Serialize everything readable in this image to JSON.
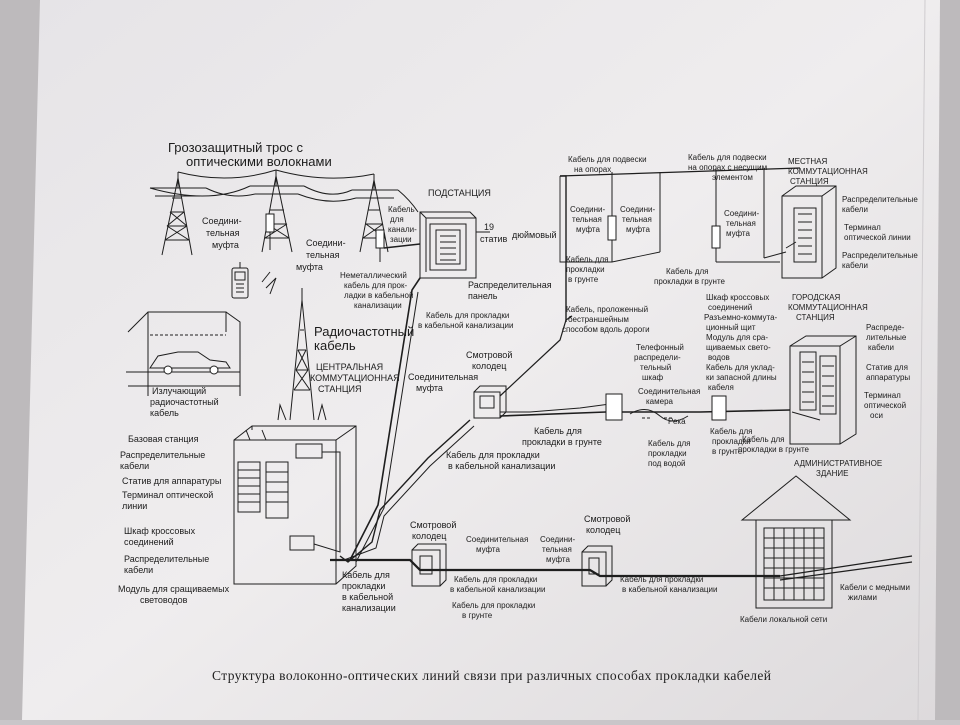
{
  "caption": "Структура волоконно-оптических линий связи при различных способах прокладки кабелей",
  "labels": {
    "groz_1": "Грозозащитный трос с",
    "groz_2": "оптическими волокнами",
    "mufta_a1": "Соедини-",
    "mufta_a2": "тельная",
    "mufta_a3": "муфта",
    "mufta_b1": "Соедини-",
    "mufta_b2": "тельная",
    "mufta_b3": "муфта",
    "kab_kan_1": "Кабель",
    "kab_kan_2": "для",
    "kab_kan_3": "канали-",
    "kab_kan_4": "зации",
    "podst": "ПОДСТАНЦИЯ",
    "stativ_1": "19",
    "stativ_2": "статив",
    "dyum": "дюймовый",
    "nemet_1": "Неметаллический",
    "nemet_2": "кабель для прок-",
    "nemet_3": "ладки в кабельной",
    "nemet_4": "канализации",
    "raspr_pan_1": "Распределительная",
    "raspr_pan_2": "панель",
    "kab_kan2_1": "Кабель для прокладки",
    "kab_kan2_2": "в кабельной канализации",
    "rch_1": "Радиочастотный",
    "rch_2": "кабель",
    "izl_1": "Излучающий",
    "izl_2": "радиочастотный",
    "izl_3": "кабель",
    "cks_1": "ЦЕНТРАЛЬНАЯ",
    "cks_2": "КОММУТАЦИОННАЯ",
    "cks_3": "СТАНЦИЯ",
    "left_1": "Базовая станция",
    "left_2a": "Распределительные",
    "left_2b": "кабели",
    "left_3": "Статив для аппаратуры",
    "left_4a": "Терминал оптической",
    "left_4b": "линии",
    "left_5a": "Шкаф кроссовых",
    "left_5b": "соединений",
    "left_6a": "Распределительные",
    "left_6b": "кабели",
    "left_7a": "Модуль для сращиваемых",
    "left_7b": "световодов",
    "smotr_1a": "Смотровой",
    "smotr_1b": "колодец",
    "soed_m1a": "Соединительная",
    "soed_m1b": "муфта",
    "kab_grunt_1a": "Кабель для",
    "kab_grunt_1b": "прокладки в грунте",
    "kab_kan3_1": "Кабель для прокладки",
    "kab_kan3_2": "в кабельной канализации",
    "podv_1": "Кабель для подвески",
    "podv_2": "на опорах",
    "podv_3": "Кабель для подвески",
    "podv_4": "на опорах с несущим",
    "podv_5": "элементом",
    "sm_pole_1a": "Соедини-",
    "sm_pole_1b": "тельная",
    "sm_pole_1c": "муфта",
    "sm_pole_2a": "Соедини-",
    "sm_pole_2b": "тельная",
    "sm_pole_2c": "муфта",
    "sm_pole_3a": "Соедини-",
    "sm_pole_3b": "тельная",
    "sm_pole_3c": "муфта",
    "grunt_2a": "Кабель для",
    "grunt_2b": "прокладки",
    "grunt_2c": "в грунте",
    "grunt_3a": "Кабель для",
    "grunt_3b": "прокладки в грунте",
    "mks_1": "МЕСТНАЯ",
    "mks_2": "КОММУТАЦИОННАЯ",
    "mks_3": "СТАНЦИЯ",
    "mks_r1a": "Распределительные",
    "mks_r1b": "кабели",
    "mks_r2a": "Терминал",
    "mks_r2b": "оптической линии",
    "mks_r3a": "Распределительные",
    "mks_r3b": "кабели",
    "bespr_1": "Кабель, проложенный",
    "bespr_2": "бестраншейным",
    "bespr_3": "способом вдоль дороги",
    "gks_1": "ГОРОДСКАЯ",
    "gks_2": "КОММУТАЦИОННАЯ",
    "gks_3": "СТАНЦИЯ",
    "gks_l1": "Шкаф кроссовых",
    "gks_l2": "соединений",
    "gks_l3": "Разъемно-коммута-",
    "gks_l4": "ционный щит",
    "gks_l5": "Модуль для сра-",
    "gks_l6": "щиваемых свето-",
    "gks_l7": "водов",
    "gks_l8": "Кабель для уклад-",
    "gks_l9": "ки запасной длины",
    "gks_l10": "кабеля",
    "gks_r1a": "Распреде-",
    "gks_r1b": "лительные",
    "gks_r1c": "кабели",
    "gks_r2a": "Статив для",
    "gks_r2b": "аппаратуры",
    "gks_r3a": "Терминал",
    "gks_r3b": "оптической",
    "gks_r3c": "оси",
    "tel_1": "Телефонный",
    "tel_2": "распредели-",
    "tel_3": "тельный",
    "tel_4": "шкаф",
    "soed_kam_1": "Соединительная",
    "soed_kam_2": "камера",
    "reka": "Река",
    "voda_1": "Кабель для",
    "voda_2": "прокладки",
    "voda_3": "под водой",
    "grunt_4a": "Кабель для",
    "grunt_4b": "прокладки",
    "grunt_4c": "в грунте",
    "grunt_5a": "Кабель для",
    "grunt_5b": "прокладки в грунте",
    "kab_kan4_1": "Кабель для прокладки",
    "kab_kan4_2": "в кабельной канализации",
    "kab_kan5_1": "Кабель для",
    "kab_kan5_2": "прокладки",
    "kab_kan5_3": "в кабельной",
    "kab_kan5_4": "канализации",
    "smotr_2a": "Смотровой",
    "smotr_2b": "колодец",
    "soed_m2a": "Соединительная",
    "soed_m2b": "муфта",
    "soed_m3a": "Соедини-",
    "soed_m3b": "тельная",
    "soed_m3c": "муфта",
    "smotr_3a": "Смотровой",
    "smotr_3b": "колодец",
    "grunt_6a": "Кабель для прокладки",
    "grunt_6b": "в кабельной канализации",
    "grunt_7a": "Кабель для прокладки",
    "grunt_7b": "в грунте",
    "grunt_8a": "Кабель для прокладки",
    "grunt_8b": "в кабельной канализации",
    "adm_1": "АДМИНИСТРАТИВНОЕ",
    "adm_2": "ЗДАНИЕ",
    "lok": "Кабели локальной сети",
    "med_1": "Кабели с медными",
    "med_2": "жилами"
  }
}
